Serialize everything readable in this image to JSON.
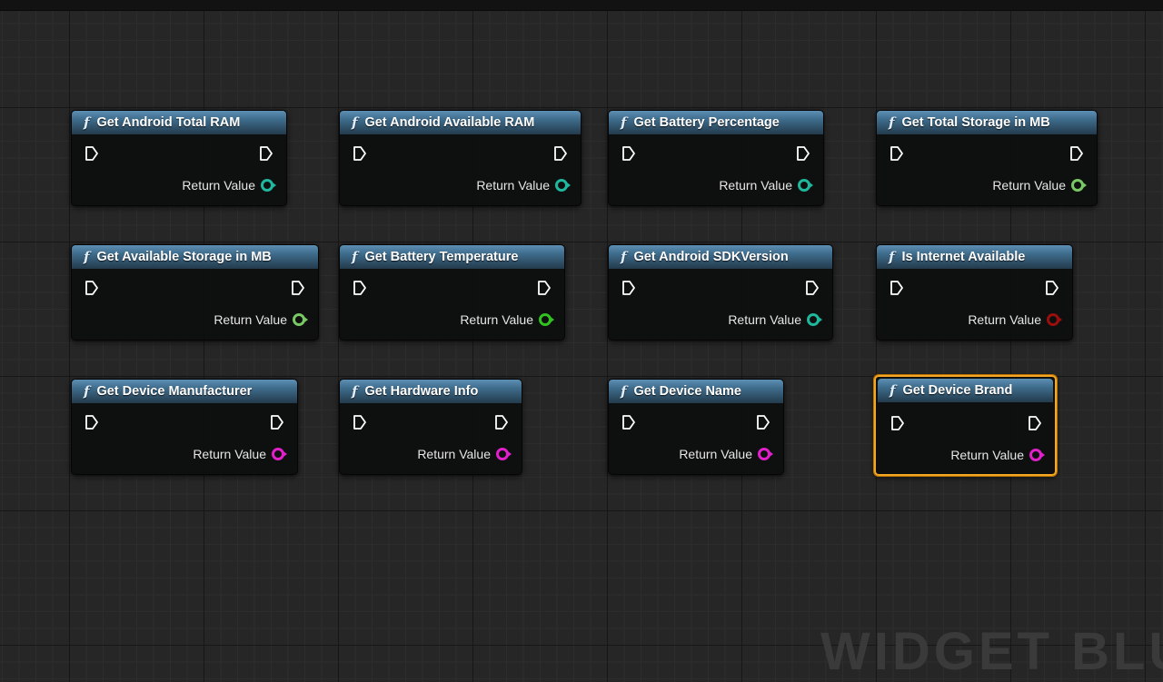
{
  "nodes": [
    {
      "title": "Get Android Total RAM",
      "return_label": "Return Value",
      "pin_color": "#1fb89c"
    },
    {
      "title": "Get Android Available RAM",
      "return_label": "Return Value",
      "pin_color": "#1fb89c"
    },
    {
      "title": "Get Battery Percentage",
      "return_label": "Return Value",
      "pin_color": "#1fb89c"
    },
    {
      "title": "Get Total Storage in MB",
      "return_label": "Return Value",
      "pin_color": "#78c864"
    },
    {
      "title": "Get Available Storage in MB",
      "return_label": "Return Value",
      "pin_color": "#78c864"
    },
    {
      "title": "Get Battery Temperature",
      "return_label": "Return Value",
      "pin_color": "#31c21f"
    },
    {
      "title": "Get Android SDKVersion",
      "return_label": "Return Value",
      "pin_color": "#1fb89c"
    },
    {
      "title": "Is Internet Available",
      "return_label": "Return Value",
      "pin_color": "#9a0e0e"
    },
    {
      "title": "Get Device Manufacturer",
      "return_label": "Return Value",
      "pin_color": "#e020c8"
    },
    {
      "title": "Get Hardware Info",
      "return_label": "Return Value",
      "pin_color": "#e020c8"
    },
    {
      "title": "Get Device Name",
      "return_label": "Return Value",
      "pin_color": "#e020c8"
    },
    {
      "title": "Get Device Brand",
      "return_label": "Return Value",
      "pin_color": "#e020c8",
      "selected": true
    }
  ],
  "function_icon": "function-icon",
  "exec_icon": "exec-pin-icon",
  "selection_color": "#f5a623",
  "watermark": "WIDGET BLU"
}
